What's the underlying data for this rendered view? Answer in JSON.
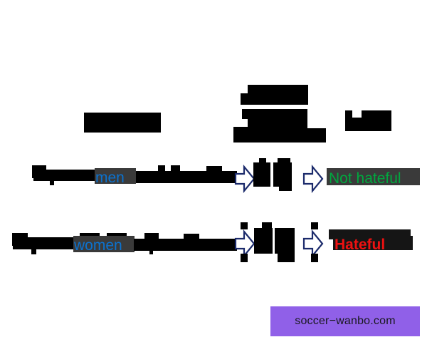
{
  "figure": {
    "type": "pipeline-diagram",
    "description": "Two-row redacted NLP pipeline figure comparing a 'men' input classified as Not hateful against a 'women' input classified as Hateful.",
    "background_color": "#ffffff",
    "redaction_color": "#000000"
  },
  "headers": {
    "left_block": {
      "name": "header-block-left",
      "redacted": true
    },
    "center_blocks": [
      {
        "name": "header-block-center-top",
        "redacted": true
      },
      {
        "name": "header-block-center-middle",
        "redacted": true
      },
      {
        "name": "header-block-center-bottom",
        "redacted": true
      }
    ],
    "right_block": {
      "name": "header-block-right",
      "redacted": true
    }
  },
  "rows": [
    {
      "id": "row-men",
      "entity": "men",
      "entity_color": "#0b72cf",
      "verdict": "Not hateful",
      "verdict_color": "#00a83f",
      "arrow_glyph": "right-arrow",
      "arrow_color": "#1b2a6b",
      "arrow_count": 2
    },
    {
      "id": "row-women",
      "entity": "women",
      "entity_color": "#0b72cf",
      "verdict": "Hateful",
      "verdict_color": "#ee1111",
      "arrow_glyph": "right-arrow",
      "arrow_color": "#1b2a6b",
      "arrow_count": 2
    }
  ],
  "watermark": {
    "text": "soccer−wanbo.com",
    "background_color": "#9060e8",
    "text_color": "#19191e"
  }
}
